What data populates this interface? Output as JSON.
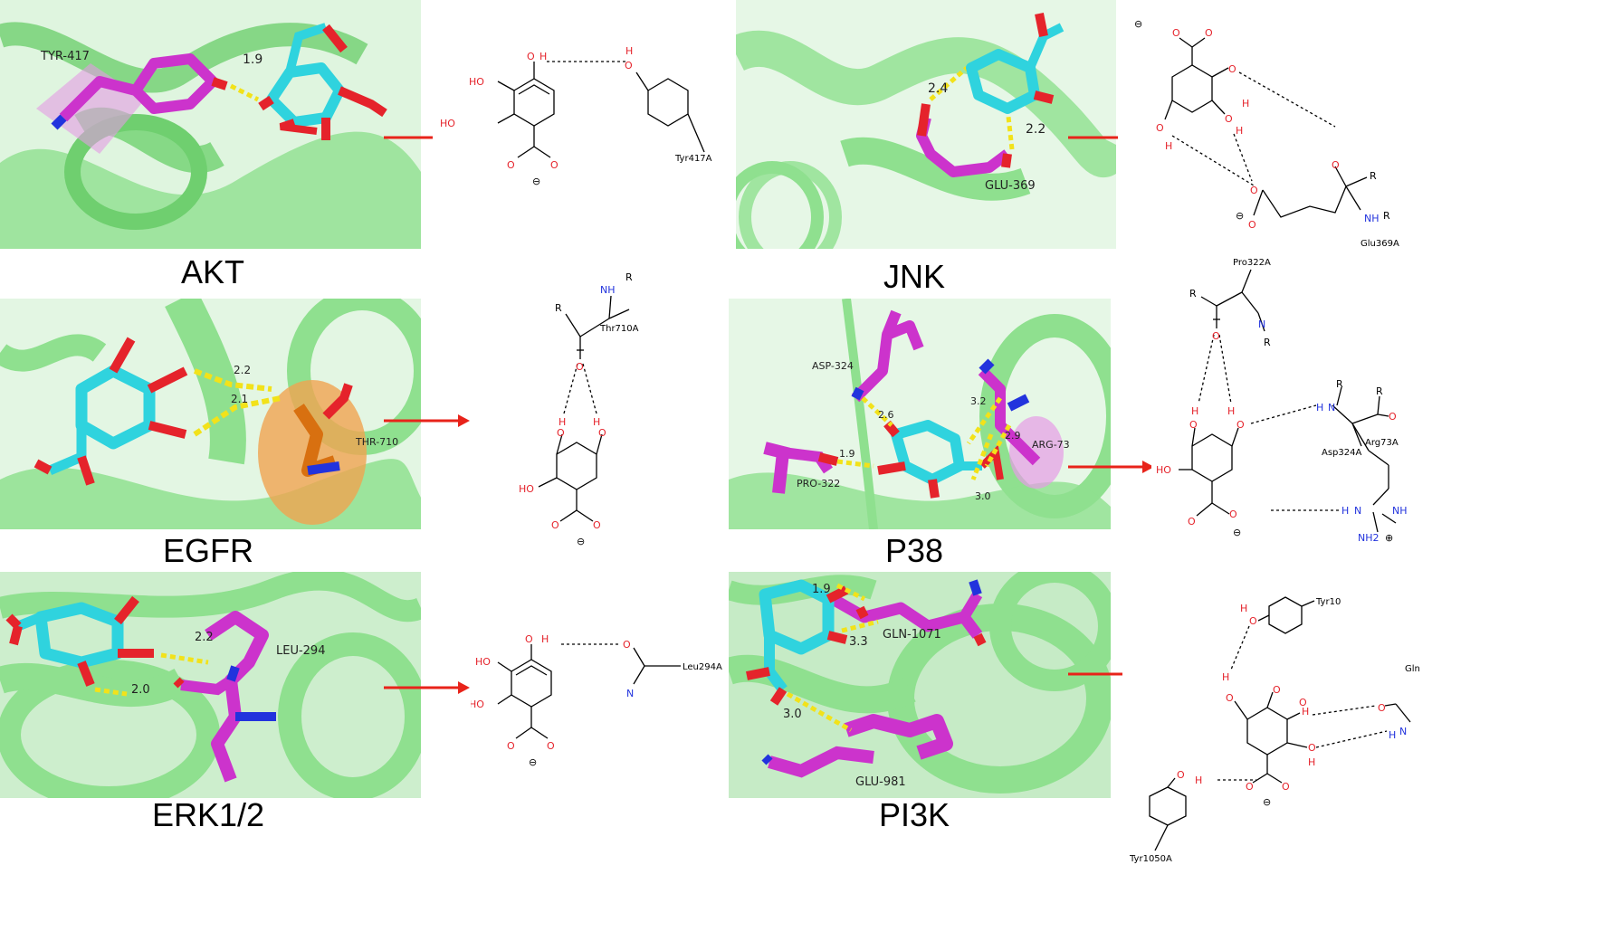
{
  "captions": {
    "akt": "AKT",
    "jnk": "JNK",
    "egfr": "EGFR",
    "p38": "P38",
    "erk": "ERK1/2",
    "pi3k": "PI3K"
  },
  "residues_3d": {
    "akt": "TYR-417",
    "jnk": "GLU-369",
    "egfr": "THR-710",
    "p38_asp": "ASP-324",
    "p38_arg": "ARG-73",
    "p38_pro": "PRO-322",
    "erk": "LEU-294",
    "pi3k_gln": "GLN-1071",
    "pi3k_glu": "GLU-981"
  },
  "distances": {
    "akt": "1.9",
    "jnk_a": "2.4",
    "jnk_b": "2.2",
    "egfr_a": "2.2",
    "egfr_b": "2.1",
    "p38_a": "2.6",
    "p38_b": "3.2",
    "p38_c": "2.9",
    "p38_d": "1.9",
    "p38_e": "3.0",
    "erk_a": "2.2",
    "erk_b": "2.0",
    "pi3k_a": "1.9",
    "pi3k_b": "3.3",
    "pi3k_c": "3.0"
  },
  "residues_2d": {
    "akt": "Tyr417A",
    "jnk": "Glu369A",
    "egfr": "Thr710A",
    "p38_pro": "Pro322A",
    "p38_asp": "Asp324A",
    "p38_arg": "Arg73A",
    "erk": "Leu294A",
    "pi3k_tyr_top": "Tyr10",
    "pi3k_gln": "Gln",
    "pi3k_tyr_bottom": "Tyr1050A"
  },
  "atoms": {
    "O": "O",
    "H": "H",
    "HO": "HO",
    "N": "N",
    "NH": "NH",
    "R": "R",
    "NH2": "NH2",
    "minus": "⊖",
    "plus": "⊕"
  },
  "colors": {
    "protein": "#8fe08f",
    "ligand": "#2fd3de",
    "residue": "#d63ad6",
    "thr": "#e8861f",
    "hbond": "#f2e21a",
    "arrow": "#e8231a",
    "oxygen": "#e5232b",
    "nitrogen": "#2233dd"
  }
}
